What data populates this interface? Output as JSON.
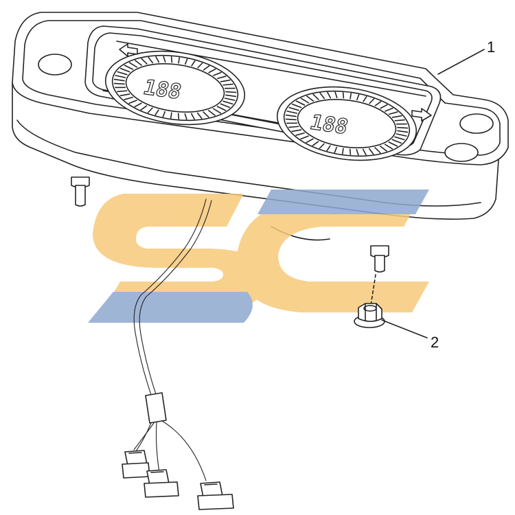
{
  "diagram": {
    "callouts": [
      {
        "label": "1",
        "part": "instrument-cluster"
      },
      {
        "label": "2",
        "part": "flange-nut"
      }
    ],
    "gauge_readouts": [
      "188",
      "188"
    ],
    "watermark_text": "SC",
    "colors": {
      "line": "#222222",
      "watermark_orange": "#f7c97a",
      "watermark_blue": "#8fa9cf",
      "background": "#ffffff"
    },
    "icons": [
      "left-turn-arrow-icon",
      "right-turn-arrow-icon"
    ]
  }
}
